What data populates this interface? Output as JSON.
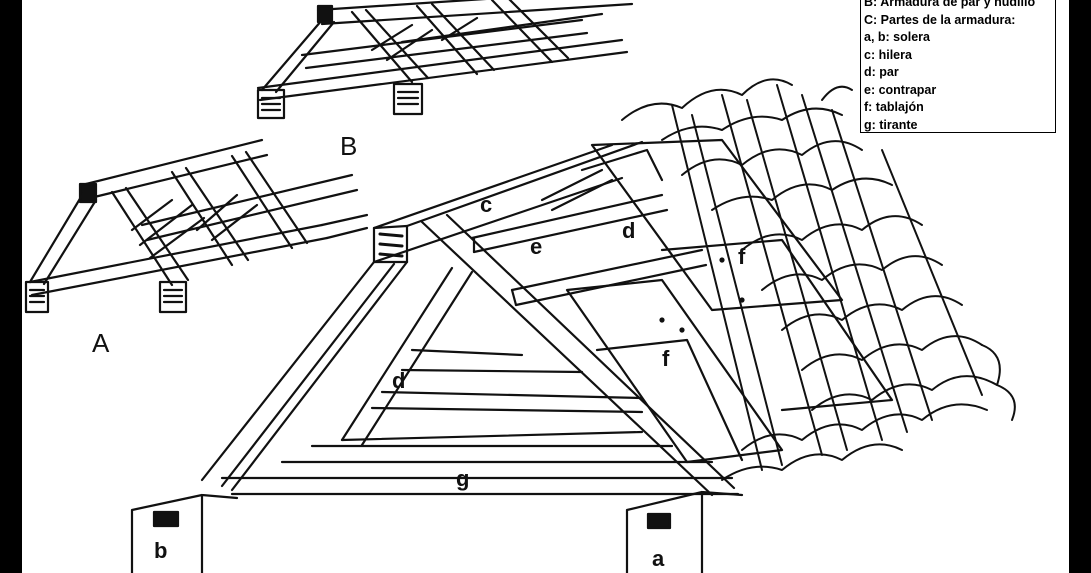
{
  "figure_labels": {
    "a": "A",
    "b": "B"
  },
  "part_labels": {
    "a": "a",
    "b": "b",
    "c": "c",
    "d_upper": "d",
    "d_lower": "d",
    "e": "e",
    "f_upper": "f",
    "f_lower": "f",
    "g": "g"
  },
  "legend": {
    "lines": [
      "B: Armadura de par y nudillo",
      "C: Partes de la armadura:",
      "a, b: solera",
      "c: hilera",
      "d: par",
      "e: contrapar",
      "f: tablajón",
      "g: tirante"
    ]
  },
  "colors": {
    "ink": "#111111",
    "paper": "#ffffff",
    "frame": "#000000"
  }
}
